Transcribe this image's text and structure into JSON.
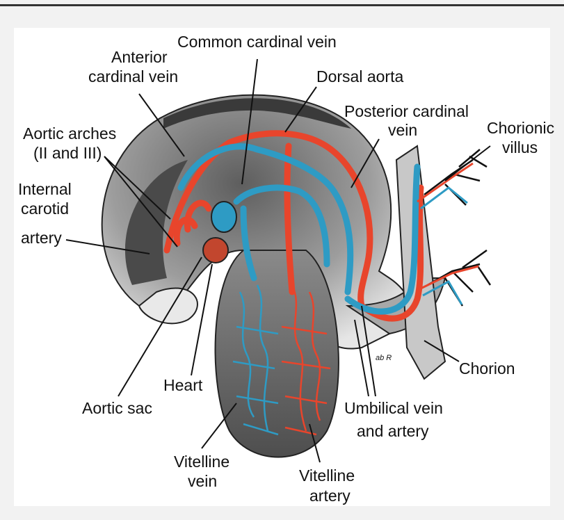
{
  "labels": {
    "common_cardinal_vein": "Common cardinal vein",
    "anterior_cardinal_vein_1": "Anterior",
    "anterior_cardinal_vein_2": "cardinal vein",
    "dorsal_aorta": "Dorsal aorta",
    "posterior_cardinal_vein_1": "Posterior cardinal",
    "posterior_cardinal_vein_2": "vein",
    "chorionic_villus_1": "Chorionic",
    "chorionic_villus_2": "villus",
    "aortic_arches_1": "Aortic arches",
    "aortic_arches_2": "(II and III)",
    "internal_carotid_1": "Internal",
    "internal_carotid_2": "carotid",
    "internal_carotid_3": "artery",
    "heart": "Heart",
    "aortic_sac": "Aortic sac",
    "chorion": "Chorion",
    "umbilical_1": "Umbilical vein",
    "umbilical_2": "and artery",
    "vitelline_vein_1": "Vitelline",
    "vitelline_vein_2": "vein",
    "vitelline_artery_1": "Vitelline",
    "vitelline_artery_2": "artery",
    "signature": "ab R"
  },
  "colors": {
    "artery": "#e8452c",
    "vein": "#2e9bc4",
    "tissue_dark": "#5a5a5a",
    "tissue_mid": "#9a9a9a",
    "tissue_light": "#d8d8d8"
  }
}
